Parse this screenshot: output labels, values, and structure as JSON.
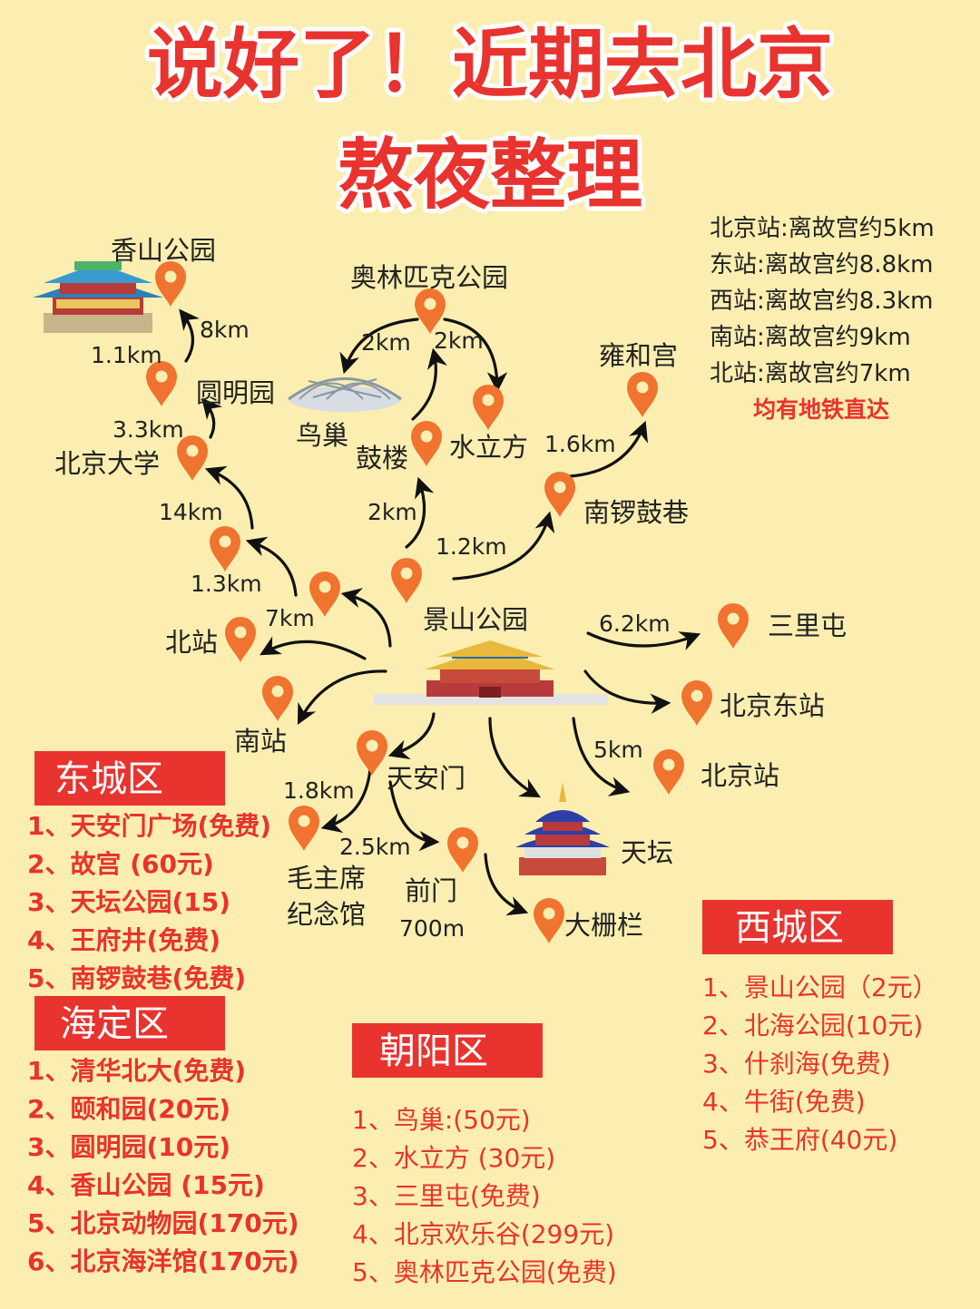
{
  "title": {
    "line1": "说好了！近期去北京",
    "line2": "熬夜整理"
  },
  "stations": {
    "items": [
      "北京站:离故宫约5km",
      "东站:离故宫约8.8km",
      "西站:离故宫约8.3km",
      "南站:离故宫约9km",
      "北站:离故宫约7km"
    ],
    "note": "均有地铁直达"
  },
  "map": {
    "places": {
      "xiangshan": "香山公园",
      "olympic": "奥林匹克公园",
      "yuanmingyuan": "圆明园",
      "niaochao": "鸟巢",
      "shuilifang": "水立方",
      "yonghegong": "雍和宫",
      "gulou": "鼓楼",
      "pku": "北京大学",
      "nanluoguxiang": "南锣鼓巷",
      "jingshan": "景山公园",
      "sanlitun": "三里屯",
      "beizhan": "北站",
      "nanzhan": "南站",
      "dongzhan": "北京东站",
      "bjzhan": "北京站",
      "tiananmen": "天安门",
      "maomemorial_1": "毛主席",
      "maomemorial_2": "纪念馆",
      "qianmen": "前门",
      "tiantan": "天坛",
      "dashilan": "大栅栏"
    },
    "distances": {
      "d_8km": "8km",
      "d_1_1km": "1.1km",
      "d_2km_a": "2km",
      "d_2km_b": "2km",
      "d_3_3km": "3.3km",
      "d_1_6km": "1.6km",
      "d_14km": "14km",
      "d_2km_c": "2km",
      "d_1_2km": "1.2km",
      "d_1_3km": "1.3km",
      "d_7km": "7km",
      "d_6_2km": "6.2km",
      "d_5km": "5km",
      "d_1_8km": "1.8km",
      "d_2_5km": "2.5km",
      "d_700m": "700m"
    }
  },
  "districts": {
    "dongcheng": {
      "name": "东城区",
      "items": [
        "1、天安门广场(免费)",
        "2、故宫 (60元)",
        "3、天坛公园(15)",
        "4、王府井(免费)",
        "5、南锣鼓巷(免费)"
      ]
    },
    "haidian": {
      "name": "海定区",
      "items": [
        "1、清华北大(免费)",
        "2、颐和园(20元)",
        "3、圆明园(10元)",
        "4、香山公园 (15元)",
        "5、北京动物园(170元)",
        "6、北京海洋馆(170元)"
      ]
    },
    "chaoyang": {
      "name": "朝阳区",
      "items": [
        "1、鸟巢:(50元)",
        "2、水立方 (30元)",
        "3、三里屯(免费)",
        "4、北京欢乐谷(299元)",
        "5、奥林匹克公园(免费)"
      ]
    },
    "xicheng": {
      "name": "西城区",
      "items": [
        "1、景山公园（2元）",
        "2、北海公园(10元)",
        "3、什刹海(免费)",
        "4、牛街(免费)",
        "5、恭王府(40元)"
      ]
    }
  },
  "colors": {
    "background": "#fbeeb0",
    "accent": "#e8332f",
    "pin": "#f0732f"
  },
  "icons": {
    "pin": "map-pin-icon",
    "temple": "temple-icon",
    "stadium": "birds-nest-icon",
    "palace": "forbidden-city-icon",
    "heaven": "temple-of-heaven-icon"
  }
}
